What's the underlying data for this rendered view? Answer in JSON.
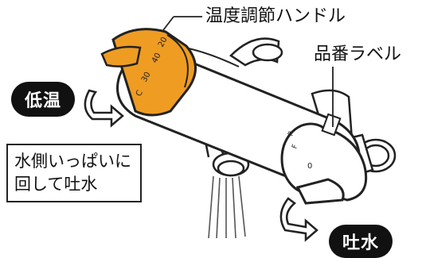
{
  "labels": {
    "temp_handle": "温度調節ハンドル",
    "product_label": "品番ラベル"
  },
  "badges": {
    "low_temp": "低温",
    "spout": "吐水"
  },
  "note": {
    "line1": "水側いっぱいに",
    "line2": "回して吐水"
  },
  "dial": {
    "temp_marks": [
      "20",
      "40",
      "30",
      "C"
    ],
    "handle_marks": [
      "F",
      "P",
      "0"
    ]
  },
  "colors": {
    "handle_orange": "#ef9c22",
    "body_white": "#ffffff",
    "outline": "#222222",
    "badge_bg": "#111111"
  }
}
